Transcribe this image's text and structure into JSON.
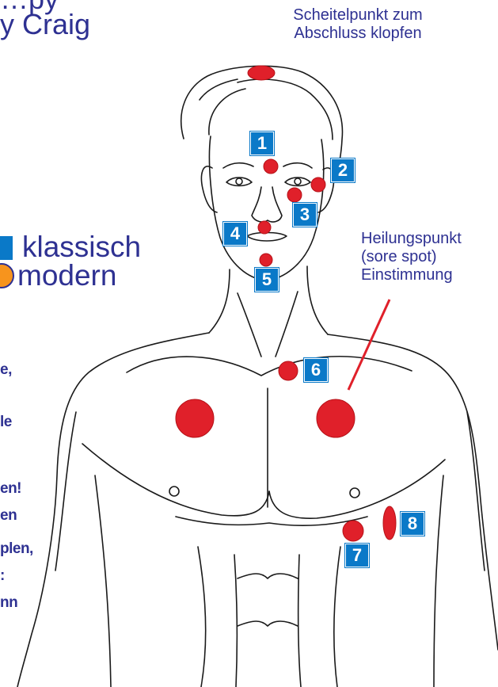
{
  "title": {
    "line1": "…py",
    "line2": "y Craig"
  },
  "top_note": {
    "line1": "Scheitelpunkt zum",
    "line2": "Abschluss klopfen"
  },
  "heal_note": {
    "line1": "Heilungspunkt",
    "line2": "(sore spot)",
    "line3": "Einstimmung"
  },
  "legend": {
    "classic": "klassisch",
    "modern": "modern"
  },
  "side_text": [
    "e,",
    "le",
    "en!",
    "en",
    "plen,",
    ":",
    "nn"
  ],
  "point_labels": [
    "1",
    "2",
    "3",
    "4",
    "5",
    "6",
    "7",
    "8"
  ],
  "colors": {
    "text": "#2e3192",
    "label_box": "#0a79c8",
    "point": "#e0202a",
    "point_edge": "#b51218",
    "legend_circle": "#f7941d",
    "line": "#1a1a1a"
  }
}
